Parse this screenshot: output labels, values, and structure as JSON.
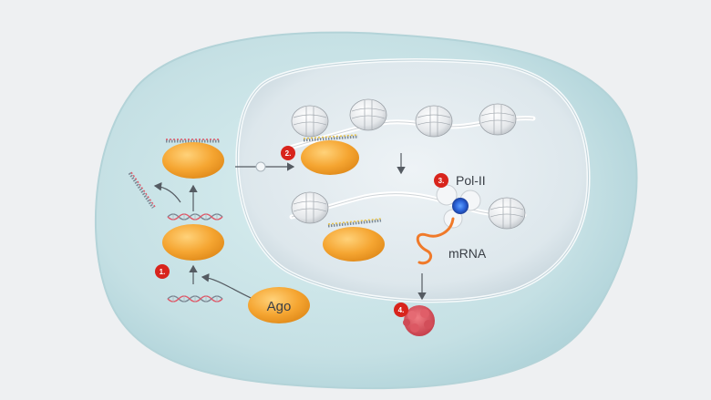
{
  "labels": {
    "ago": "Ago",
    "pol": "Pol-II",
    "mrna": "mRNA"
  },
  "steps": [
    "1.",
    "2.",
    "3.",
    "4."
  ],
  "colors": {
    "background": "#eef0f2",
    "cell": "#c9e3e6",
    "nucleus": "#dfe9ee",
    "ago": "#f3a632",
    "step_marker": "#d8241c",
    "pol_core": "#2b63d9",
    "mrna": "#f07a2a",
    "protein": "#d85560",
    "chromatin": "#f2f3f4"
  }
}
